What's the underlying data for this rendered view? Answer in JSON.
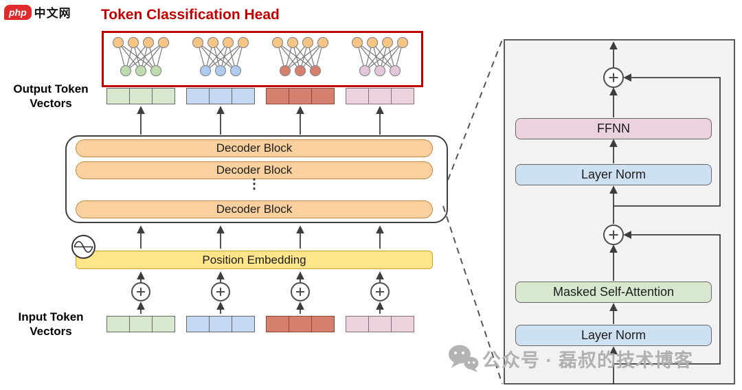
{
  "logo": {
    "badge": "php",
    "site": "中文网"
  },
  "header": {
    "title": "Token Classification Head"
  },
  "left_labels": {
    "output": "Output Token Vectors",
    "input": "Input Token Vectors"
  },
  "decoder": {
    "blocks": [
      "Decoder Block",
      "Decoder Block",
      "Decoder Block"
    ],
    "ellipsis": "⋮"
  },
  "embedding": {
    "label": "Position Embedding"
  },
  "detail_panel": {
    "ffnn": "FFNN",
    "layer_norm_upper": "Layer Norm",
    "masked_self_attention": "Masked Self-Attention",
    "layer_norm_lower": "Layer Norm"
  },
  "watermark": {
    "text": "公众号 · 磊叔的技术博客"
  },
  "colors": {
    "accent_red": "#C00000",
    "decoder_block_orange": "#FAD19E",
    "position_embedding_yellow": "#FEE58A",
    "vector_green": "#D8E8CE",
    "vector_blue": "#C4D8F2",
    "vector_red": "#D5806E",
    "vector_pink": "#EBD3DE",
    "ffnn_pink": "#EBD2DF",
    "layer_norm_blue": "#CEE1F2",
    "attention_green": "#D8E8CE",
    "head_node_orange": "#F7C583",
    "panel_gray": "#F2F2F2"
  }
}
